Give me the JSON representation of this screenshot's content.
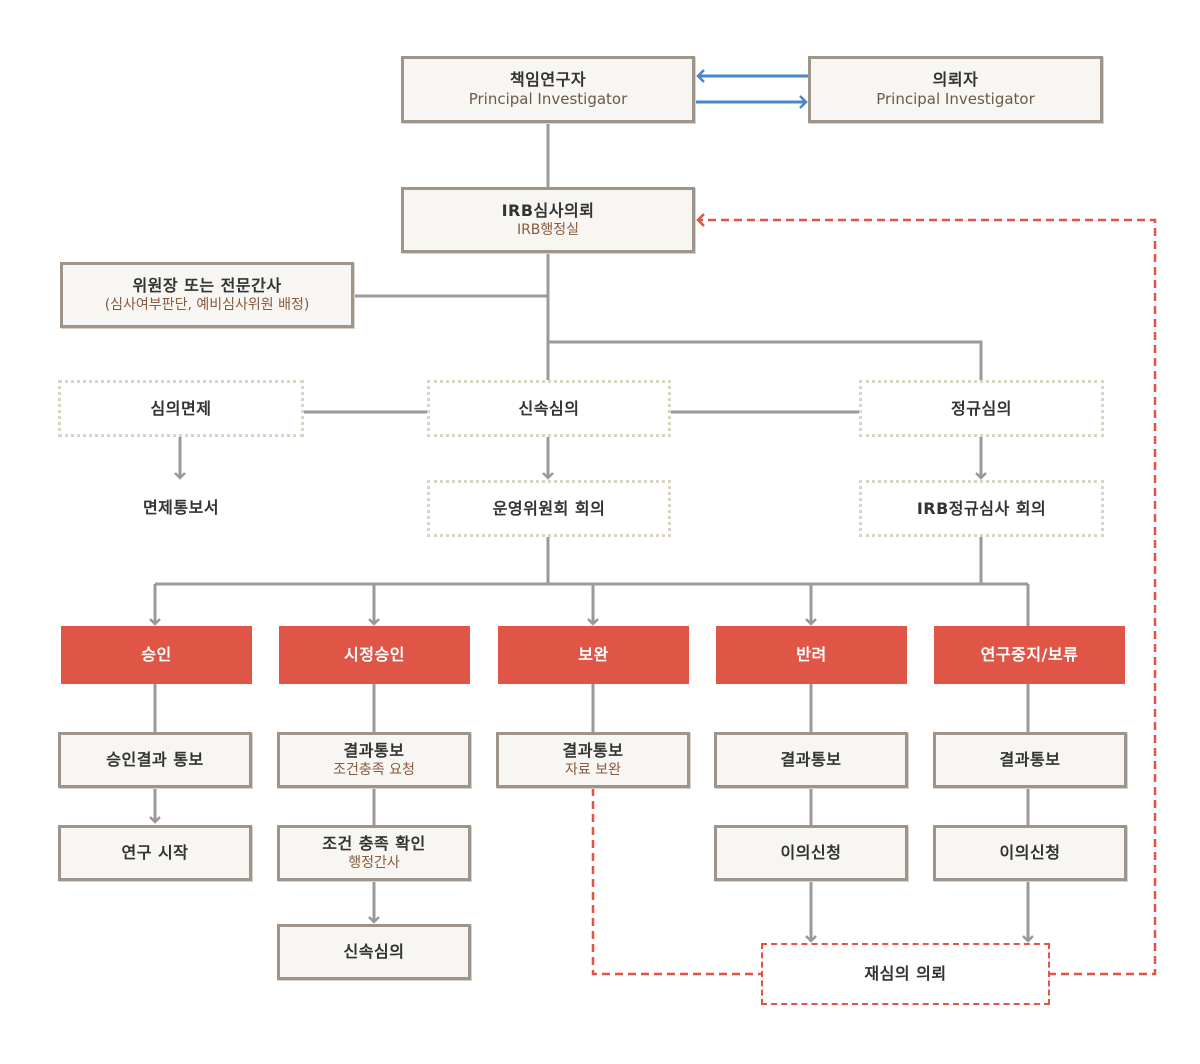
{
  "nodes": {
    "pi": {
      "title": "책임연구자",
      "sub": "Principal Investigator"
    },
    "sponsor": {
      "title": "의뢰자",
      "sub": "Principal Investigator"
    },
    "irb_request": {
      "title": "IRB심사의뢰",
      "sub": "IRB행정실"
    },
    "chair": {
      "title": "위원장 또는 전문간사",
      "sub": "(심사여부판단, 예비심사위원 배정)"
    },
    "exempt": {
      "title": "심의면제"
    },
    "exempt_notice": {
      "title": "면제통보서"
    },
    "expedited": {
      "title": "신속심의"
    },
    "operating_meeting": {
      "title": "운영위원회 회의"
    },
    "regular": {
      "title": "정규심의"
    },
    "regular_meeting": {
      "title": "IRB정규심사 회의"
    },
    "approve": {
      "title": "승인"
    },
    "conditional": {
      "title": "시정승인"
    },
    "supplement": {
      "title": "보완"
    },
    "reject": {
      "title": "반려"
    },
    "suspend": {
      "title": "연구중지/보류"
    },
    "approve_notice": {
      "title": "승인결과 통보"
    },
    "study_start": {
      "title": "연구 시작"
    },
    "cond_notice": {
      "title": "결과통보",
      "sub": "조건충족 요청"
    },
    "cond_check": {
      "title": "조건 충족 확인",
      "sub": "행정간사"
    },
    "cond_expedited": {
      "title": "신속심의"
    },
    "supp_notice": {
      "title": "결과통보",
      "sub": "자료 보완"
    },
    "reject_notice": {
      "title": "결과통보"
    },
    "reject_appeal": {
      "title": "이의신청"
    },
    "suspend_notice": {
      "title": "결과통보"
    },
    "suspend_appeal": {
      "title": "이의신청"
    },
    "rereview": {
      "title": "재심의 의뢰"
    }
  },
  "colors": {
    "connector": "#9a9a9a",
    "arrow_blue": "#4a86c8",
    "decision_red": "#df5646",
    "box_border": "#9e948a",
    "dotted_border": "#d9d4c6"
  }
}
